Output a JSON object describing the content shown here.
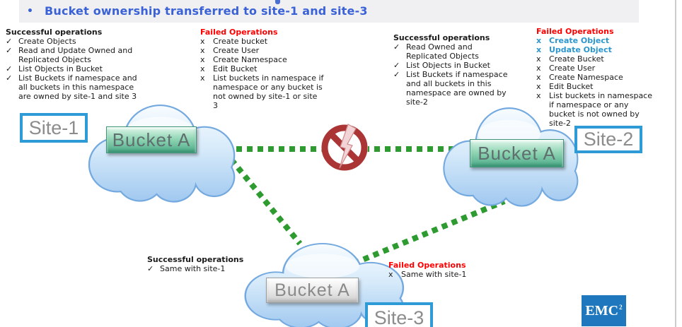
{
  "slide": {
    "bullet": "•",
    "title": "Bucket ownership transferred to site-1 and site-3"
  },
  "lists": {
    "site1_success": {
      "header": "Successful operations",
      "glyph": "✓",
      "items": [
        "Create Objects",
        "Read and Update Owned and\nReplicated Objects",
        "List  Objects in Bucket",
        "List Buckets if namespace and\nall buckets in this namespace\nare owned by site-1 and site 3"
      ]
    },
    "site1_failed": {
      "header": "Failed Operations",
      "glyph": "x",
      "items": [
        "Create bucket",
        "Create User",
        "Create Namespace",
        "Edit Bucket",
        "List buckets in namespace if\nnamespace or any bucket is\nnot owned by site-1 or site\n3"
      ]
    },
    "site2_success": {
      "header": "Successful operations",
      "glyph": "✓",
      "items": [
        "Read Owned and\nReplicated Objects",
        "List Objects in Bucket",
        "List Buckets if namespace\nand all buckets in this\nnamespace are owned by\nsite-2"
      ]
    },
    "site2_failed": {
      "header": "Failed Operations",
      "glyph": "x",
      "items": [
        {
          "text": "Create Object",
          "highlight": true
        },
        {
          "text": "Update Object",
          "highlight": true
        },
        "Create Bucket",
        "Create User",
        "Create Namespace",
        "Edit Bucket",
        "List buckets in namespace\nif namespace or any\nbucket is not owned by\nsite-2"
      ]
    },
    "site3_success": {
      "header": "Successful operations",
      "glyph": "✓",
      "items": [
        "Same with site-1"
      ]
    },
    "site3_failed": {
      "header": "Failed Operations",
      "glyph": "x",
      "items": [
        "Same with site-1"
      ]
    }
  },
  "sites": {
    "site1": "Site-1",
    "site2": "Site-2",
    "site3": "Site-3"
  },
  "buckets": {
    "site1": "Bucket A",
    "site2": "Bucket A",
    "site3": "Bucket A"
  },
  "logo": {
    "text": "EMC",
    "superscript": "2"
  },
  "colors": {
    "title_blue": "#3a62d6",
    "failed_red": "#ff0000",
    "highlight_blue": "#2d96cd",
    "link_green": "#2e9b30",
    "site_border_blue": "#2e9ad6",
    "emc_blue": "#1f78bd",
    "bucket_green": "#4caa88",
    "cloud_blue": "#9dc6ef"
  }
}
